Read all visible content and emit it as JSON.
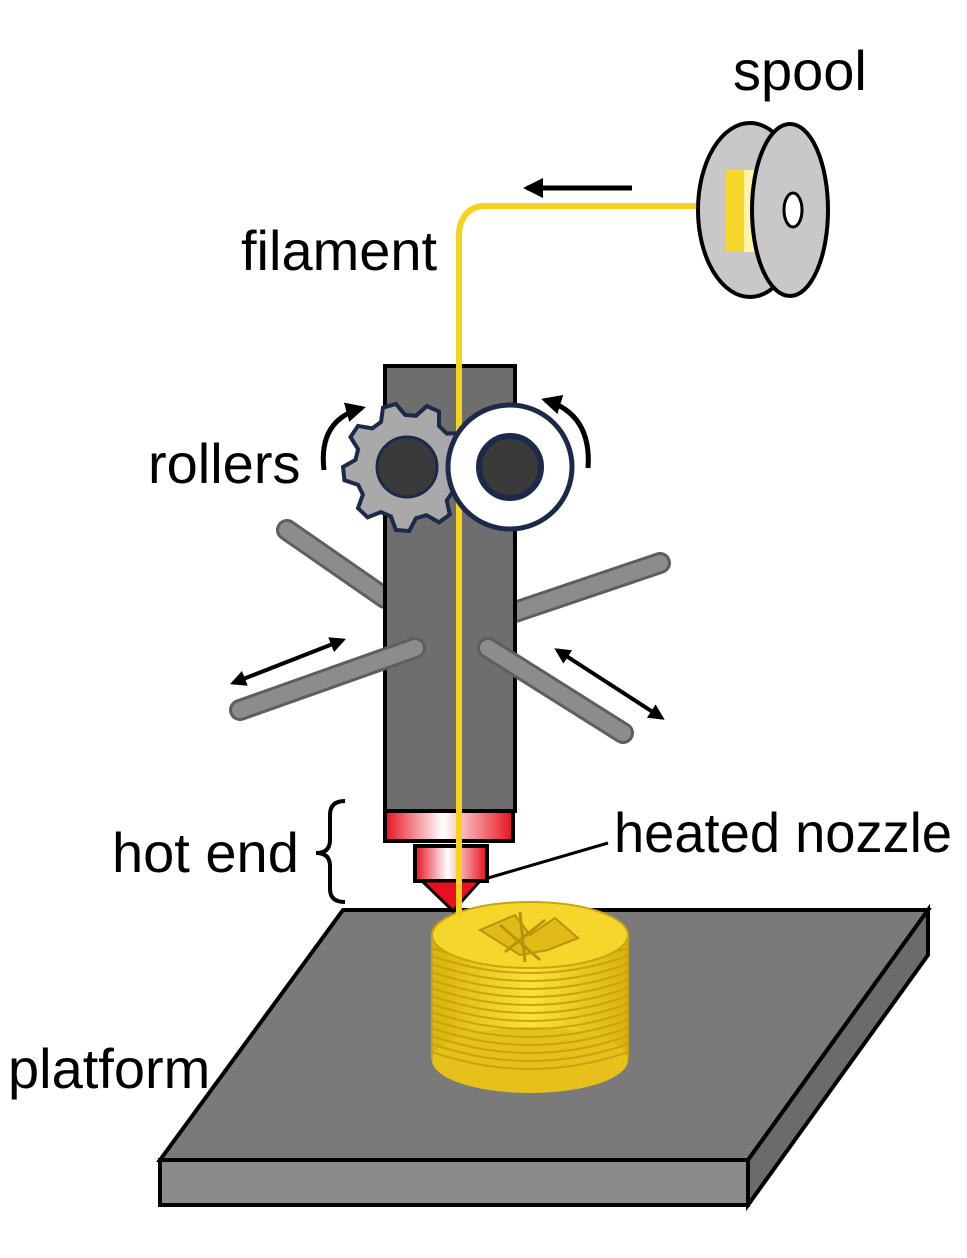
{
  "labels": {
    "spool": "spool",
    "filament": "filament",
    "rollers": "rollers",
    "hot_end": "hot end",
    "heated_nozzle": "heated nozzle",
    "platform": "platform"
  },
  "colors": {
    "filament": "#f5d21e",
    "print_object": "#f2cf24",
    "print_object_shade": "#c9a50c",
    "extruder_body": "#6e6e6e",
    "rods": "#7d7d7d",
    "platform_top": "#7a7a7a",
    "platform_side": "#8a8a8a",
    "spool": "#c8c8c8",
    "roller_outline": "#1b2a4a",
    "roller_gear": "#a9a9a9",
    "roller_hub": "#3a3a3a",
    "heater_red": "#e8101e",
    "outline": "#000000"
  },
  "icons": {
    "spool": "spool-icon",
    "gear_roller": "gear-roller-icon",
    "idler_roller": "idler-roller-icon"
  }
}
